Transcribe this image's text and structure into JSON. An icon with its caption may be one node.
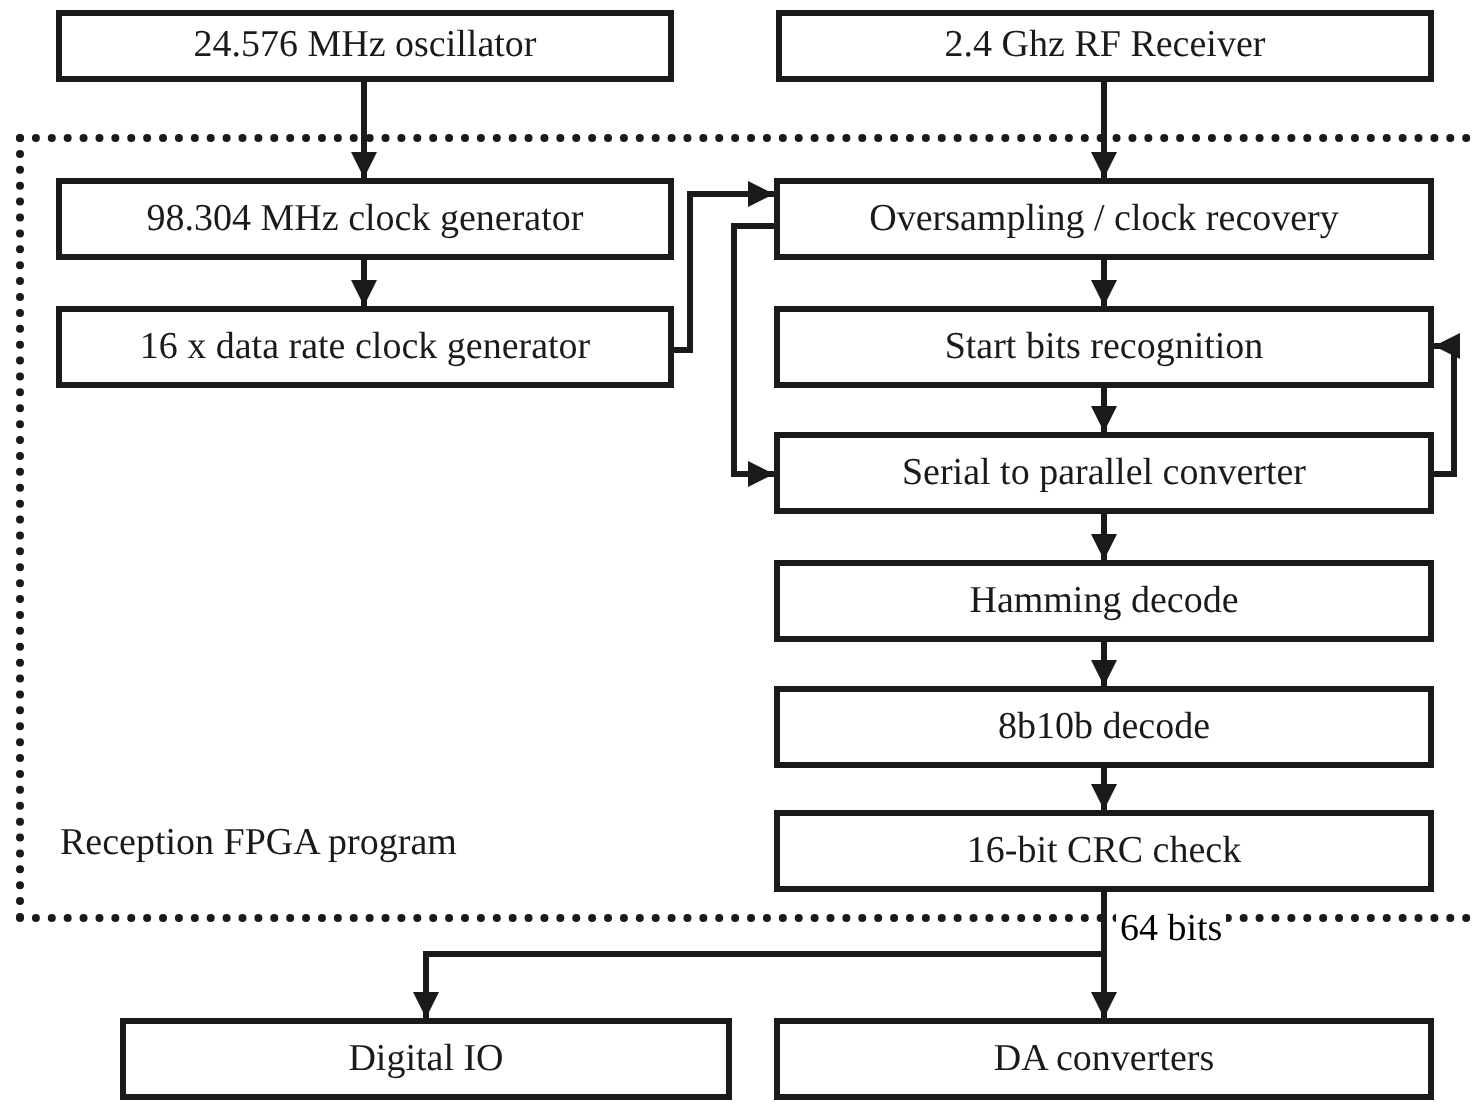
{
  "diagram": {
    "nodes": [
      {
        "text": [
          "24.576 MHz oscillator"
        ]
      },
      {
        "text": [
          "2.4 Ghz RF Receiver"
        ]
      },
      {
        "text": [
          "Reception FPGA program"
        ]
      },
      {
        "text": [
          "98.304 MHz clock generator"
        ],
        "in": 2
      },
      {
        "text": [
          "16 x data rate clock generator"
        ],
        "in": 2
      },
      {
        "text": [
          "Oversampling / clock recovery"
        ],
        "in": 2
      },
      {
        "text": [
          "Start bits recognition"
        ],
        "in": 2
      },
      {
        "text": [
          "Serial to parallel converter"
        ],
        "in": 2
      },
      {
        "text": [
          "Hamming decode"
        ],
        "in": 2
      },
      {
        "text": [
          "8b10b decode"
        ],
        "in": 2
      },
      {
        "text": [
          "16-bit CRC check"
        ],
        "in": 2
      },
      {
        "text": [
          "Digital IO"
        ]
      },
      {
        "text": [
          "DA converters"
        ]
      }
    ],
    "edges": [
      {
        "from": 0,
        "to": 3,
        "arrow": "to"
      },
      {
        "from": 1,
        "to": 5,
        "arrow": "to"
      },
      {
        "from": 3,
        "to": 4,
        "arrow": "to"
      },
      {
        "from": 4,
        "to": 5,
        "arrow": "to"
      },
      {
        "from": 5,
        "to": 7,
        "arrow": "to"
      },
      {
        "from": 5,
        "to": 6,
        "arrow": "to"
      },
      {
        "from": 6,
        "to": 7,
        "arrow": "to"
      },
      {
        "from": 7,
        "to": 6,
        "arrow": "to"
      },
      {
        "from": 7,
        "to": 8,
        "arrow": "to"
      },
      {
        "from": 8,
        "to": 9,
        "arrow": "to"
      },
      {
        "from": 9,
        "to": 10,
        "arrow": "to"
      },
      {
        "from": 10,
        "to": 11,
        "arrow": "to"
      },
      {
        "from": 10,
        "to": 12,
        "arrow": "to",
        "label": "64 bits"
      }
    ]
  }
}
